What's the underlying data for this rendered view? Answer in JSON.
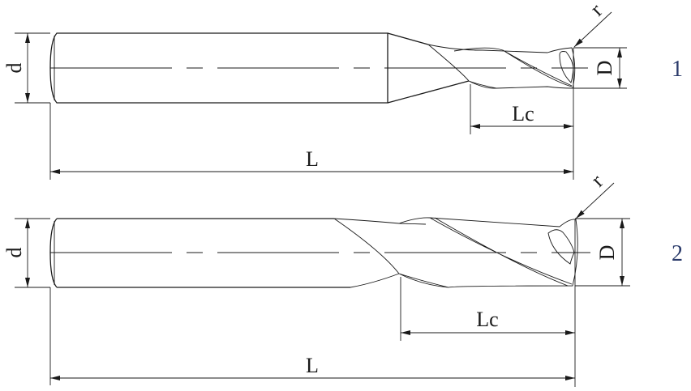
{
  "figures": [
    {
      "number": "1",
      "labels": {
        "shank_diameter": "d",
        "overall_length": "L",
        "cutting_length": "Lc",
        "cutting_diameter": "D",
        "corner_radius": "r"
      }
    },
    {
      "number": "2",
      "labels": {
        "shank_diameter": "d",
        "overall_length": "L",
        "cutting_length": "Lc",
        "cutting_diameter": "D",
        "corner_radius": "r"
      }
    }
  ]
}
